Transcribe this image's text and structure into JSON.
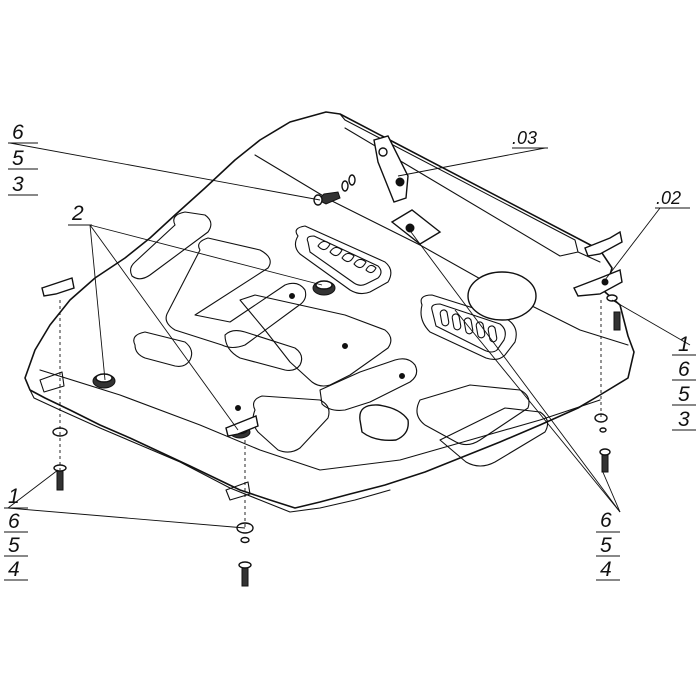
{
  "callouts": {
    "stack_top_left": [
      "6",
      "5",
      "3"
    ],
    "part_2": "2",
    "part_03": ".03",
    "part_02": ".02",
    "stack_right": [
      "1",
      "6",
      "5",
      "3"
    ],
    "stack_bottom_left": [
      "1",
      "6",
      "5",
      "4"
    ],
    "stack_bottom_right": [
      "6",
      "5",
      "4"
    ]
  }
}
